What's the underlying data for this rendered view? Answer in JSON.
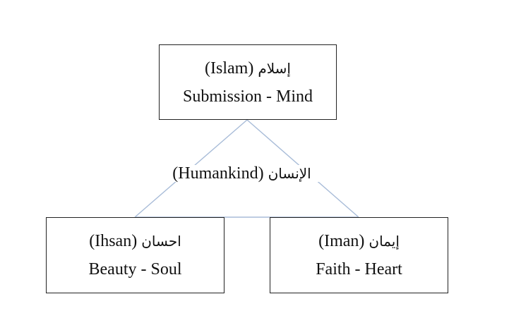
{
  "diagram": {
    "top_box": {
      "arabic": "إسلام",
      "transliteration": "(Islam)",
      "meaning": "Submission - Mind"
    },
    "center_label": {
      "transliteration": "(Humankind)",
      "arabic": "الإنسان"
    },
    "left_box": {
      "arabic": "احسان",
      "transliteration": "(Ihsan)",
      "meaning": "Beauty - Soul"
    },
    "right_box": {
      "arabic": "إيمان",
      "transliteration": "(Iman)",
      "meaning": "Faith - Heart"
    },
    "colors": {
      "connector": "#a8bcd8",
      "border": "#222222",
      "text": "#111111"
    },
    "shape": "triangle"
  }
}
